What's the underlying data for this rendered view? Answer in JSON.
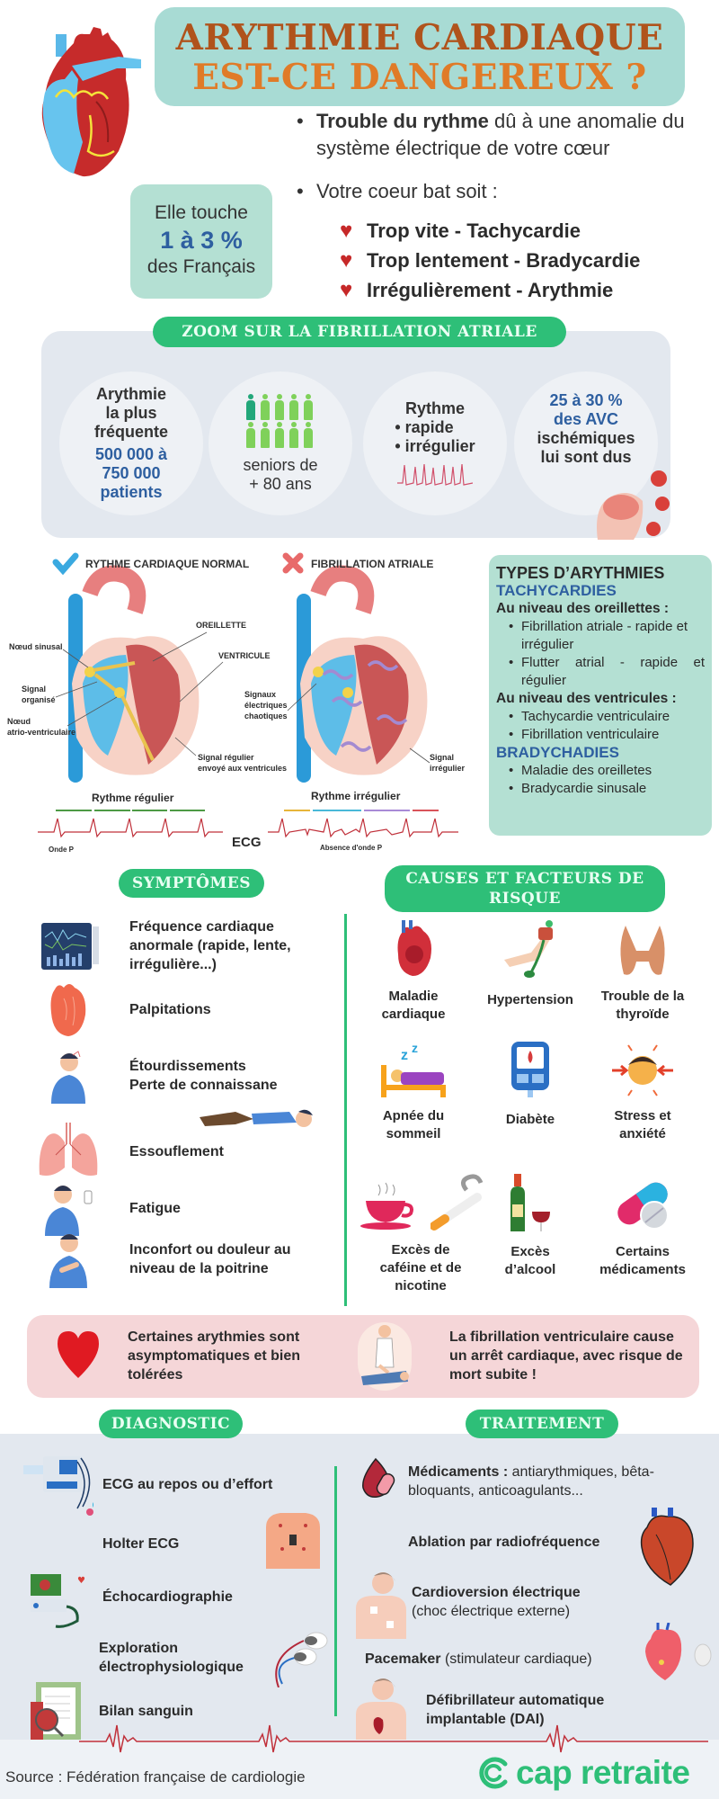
{
  "header": {
    "title_line1": "ARYTHMIE CARDIAQUE",
    "title_line2": "EST-CE DANGEREUX ?",
    "colors": {
      "title_bg": "#a8dbd4",
      "title_line1": "#b0531c",
      "title_line2": "#e07b28",
      "accent_green": "#2ebf78",
      "accent_blue": "#2e5fa0"
    }
  },
  "intro": {
    "bullet1_bold": "Trouble du rythme",
    "bullet1_rest": " dû à une anomalie du système électrique de votre cœur",
    "bullet2": "Votre coeur bat soit :",
    "types": [
      {
        "label": "Trop vite - Tachycardie",
        "icon": "heart-icon"
      },
      {
        "label": "Trop lentement - Bradycardie",
        "icon": "heart-icon"
      },
      {
        "label": "Irrégulièrement - Arythmie",
        "icon": "heart-icon"
      }
    ]
  },
  "stat": {
    "line1": "Elle touche",
    "value": "1 à 3 %",
    "line3": "des Français"
  },
  "zoom_section": {
    "title": "ZOOM SUR LA FIBRILLATION ATRIALE",
    "c1": {
      "line1": "Arythmie",
      "line2": "la plus",
      "line3": "fréquente",
      "blue1": "500 000 à",
      "blue2": "750 000",
      "blue3": "patients"
    },
    "c2": {
      "line1": "seniors de",
      "line2": "+ 80 ans",
      "people_total": 10,
      "people_highlighted": 1
    },
    "c3": {
      "title": "Rythme",
      "items": [
        "rapide",
        "irrégulier"
      ]
    },
    "c4": {
      "blue1": "25 à 30 %",
      "blue2": "des AVC",
      "line3": "ischémiques",
      "line4": "lui sont dus"
    }
  },
  "diagram": {
    "normal_title": "RYTHME CARDIAQUE NORMAL",
    "af_title": "FIBRILLATION ATRIALE",
    "labels": {
      "oreillette": "OREILLETTE",
      "ventricule": "VENTRICULE",
      "noeud_sinusal": "Nœud sinusal",
      "signal_organise_1": "Signal",
      "signal_organise_2": "organisé",
      "noeud_av_1": "Nœud",
      "noeud_av_2": "atrio-ventriculaire",
      "signal_regulier_1": "Signal régulier",
      "signal_regulier_2": "envoyé aux ventricules",
      "signaux_1": "Signaux",
      "signaux_2": "électriques",
      "signaux_3": "chaotiques",
      "signal_irr_1": "Signal",
      "signal_irr_2": "irrégulier"
    },
    "ecg_regular": "Rythme régulier",
    "ecg_irregular": "Rythme irrégulier",
    "ecg_label": "ECG",
    "onde_p": "Onde P",
    "absence_onde_p": "Absence d'onde P"
  },
  "types_box": {
    "title": "TYPES D’ARYTHMIES",
    "tachy": "TACHYCARDIES",
    "oreillettes": "Au niveau des oreillettes :",
    "oreillettes_items": [
      "Fibrillation atriale - rapide et irrégulier",
      "Flutter atrial - rapide et régulier"
    ],
    "ventricules": "Au niveau des ventricules :",
    "ventricules_items": [
      "Tachycardie ventriculaire",
      "Fibrillation ventriculaire"
    ],
    "brady": "BRADYCHADIES",
    "brady_items": [
      "Maladie des oreilletes",
      "Bradycardie sinusale"
    ]
  },
  "symptoms": {
    "title": "SYMPTÔMES",
    "items": [
      {
        "label": "Fréquence cardiaque anormale (rapide, lente, irrégulière...)",
        "icon": "heart-monitor-icon"
      },
      {
        "label": "Palpitations",
        "icon": "heart-organ-icon"
      },
      {
        "label": "Étourdissements",
        "label2": "Perte de connaissane",
        "icon": "dizzy-person-icon"
      },
      {
        "label": "Essouflement",
        "icon": "lungs-icon"
      },
      {
        "label": "Fatigue",
        "icon": "tired-person-icon"
      },
      {
        "label": "Inconfort ou douleur au niveau de la poitrine",
        "icon": "chest-pain-icon"
      }
    ]
  },
  "causes": {
    "title": "CAUSES ET FACTEURS DE RISQUE",
    "items": [
      {
        "label": "Maladie cardiaque",
        "icon": "heart-disease-icon"
      },
      {
        "label": "Hypertension",
        "icon": "blood-pressure-icon"
      },
      {
        "label": "Trouble de la thyroïde",
        "icon": "thyroid-icon"
      },
      {
        "label": "Apnée du sommeil",
        "icon": "sleep-icon"
      },
      {
        "label": "Diabète",
        "icon": "glucometer-icon"
      },
      {
        "label": "Stress et anxiété",
        "icon": "stress-icon"
      },
      {
        "label": "Excès de caféine et de nicotine",
        "icon": "coffee-cigarette-icon"
      },
      {
        "label": "Excès d’alcool",
        "icon": "alcohol-icon"
      },
      {
        "label": "Certains médicaments",
        "icon": "pills-icon"
      }
    ]
  },
  "warning": {
    "left": "Certaines arythmies sont asymptomatiques et bien tolérées",
    "right": "La fibrillation ventriculaire cause un arrêt cardiaque, avec risque de mort subite !"
  },
  "diagnostic": {
    "title": "DIAGNOSTIC",
    "items": [
      "ECG au repos ou d’effort",
      "Holter ECG",
      "Échocardiographie",
      "Exploration électrophysiologique",
      "Bilan sanguin"
    ]
  },
  "traitement": {
    "title": "TRAITEMENT",
    "items": [
      {
        "bold": "Médicaments :",
        "normal": " antiarythmiques, bêta-bloquants, anticoagulants..."
      },
      {
        "bold": "Ablation par radiofréquence",
        "normal": ""
      },
      {
        "bold": "Cardioversion électrique",
        "normal": "(choc électrique externe)"
      },
      {
        "bold": "Pacemaker",
        "normal": " (stimulateur cardiaque)"
      },
      {
        "bold": "Défibrillateur automatique implantable (DAI)",
        "normal": ""
      }
    ]
  },
  "footer": {
    "source": "Source : Fédération française de cardiologie",
    "brand": "cap retraite"
  }
}
